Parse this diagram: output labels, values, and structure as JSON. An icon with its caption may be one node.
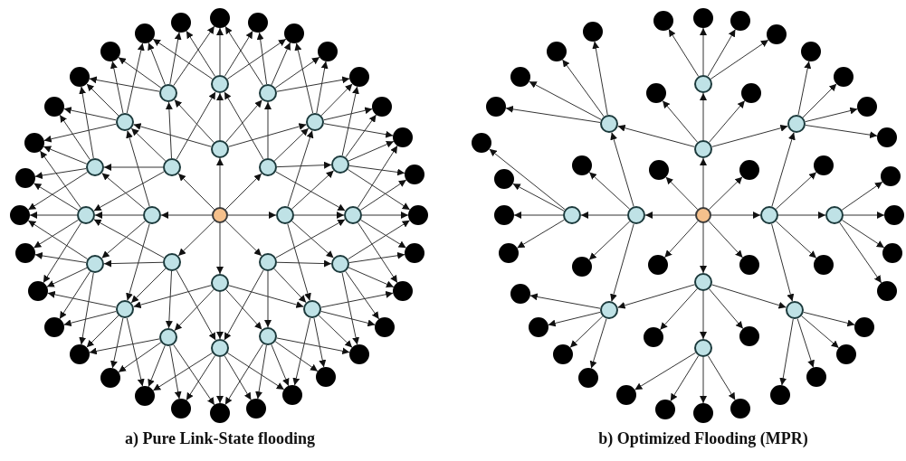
{
  "diagram": {
    "nodes": [
      {
        "text": [],
        "shape": "circle"
      },
      {
        "text": [],
        "shape": "circle"
      },
      {
        "text": [],
        "shape": "circle"
      },
      {
        "text": [],
        "shape": "circle"
      },
      {
        "text": [],
        "shape": "circle"
      },
      {
        "text": [],
        "shape": "circle"
      },
      {
        "text": [],
        "shape": "circle"
      },
      {
        "text": [],
        "shape": "circle"
      },
      {
        "text": [],
        "shape": "circle"
      },
      {
        "text": [],
        "shape": "circle"
      },
      {
        "text": [],
        "shape": "circle"
      },
      {
        "text": [],
        "shape": "circle"
      },
      {
        "text": [],
        "shape": "circle"
      },
      {
        "text": [],
        "shape": "circle"
      },
      {
        "text": [],
        "shape": "circle"
      },
      {
        "text": [],
        "shape": "circle"
      },
      {
        "text": [],
        "shape": "circle"
      },
      {
        "text": [],
        "shape": "circle"
      },
      {
        "text": [],
        "shape": "circle"
      },
      {
        "text": [],
        "shape": "circle"
      },
      {
        "text": [],
        "shape": "circle"
      },
      {
        "text": [],
        "shape": "circle"
      },
      {
        "text": [],
        "shape": "circle"
      },
      {
        "text": [],
        "shape": "circle"
      },
      {
        "text": [],
        "shape": "circle"
      },
      {
        "text": [],
        "shape": "circle"
      },
      {
        "text": [],
        "shape": "circle"
      },
      {
        "text": [],
        "shape": "circle"
      },
      {
        "text": [],
        "shape": "circle"
      },
      {
        "text": [],
        "shape": "circle"
      },
      {
        "text": [],
        "shape": "circle"
      },
      {
        "text": [],
        "shape": "circle"
      },
      {
        "text": [],
        "shape": "circle"
      },
      {
        "text": [],
        "shape": "circle"
      },
      {
        "text": [],
        "shape": "circle"
      },
      {
        "text": [],
        "shape": "circle"
      },
      {
        "text": [],
        "shape": "circle"
      },
      {
        "text": [],
        "shape": "circle"
      },
      {
        "text": [],
        "shape": "circle"
      },
      {
        "text": [],
        "shape": "circle"
      },
      {
        "text": [],
        "shape": "circle"
      },
      {
        "text": [],
        "shape": "circle"
      },
      {
        "text": [],
        "shape": "circle"
      },
      {
        "text": [],
        "shape": "circle"
      },
      {
        "text": [],
        "shape": "circle"
      },
      {
        "text": [],
        "shape": "circle"
      },
      {
        "text": [],
        "shape": "circle"
      },
      {
        "text": [],
        "shape": "circle"
      },
      {
        "text": [],
        "shape": "circle"
      },
      {
        "text": [],
        "shape": "circle"
      },
      {
        "text": [],
        "shape": "circle"
      },
      {
        "text": [],
        "shape": "circle"
      },
      {
        "text": [],
        "shape": "circle"
      },
      {
        "text": [],
        "shape": "circle"
      },
      {
        "text": [],
        "shape": "circle"
      },
      {
        "text": [],
        "shape": "circle"
      },
      {
        "text": [],
        "shape": "circle"
      },
      {
        "text": [],
        "shape": "circle"
      },
      {
        "text": [],
        "shape": "circle"
      },
      {
        "text": [],
        "shape": "circle"
      },
      {
        "text": [],
        "shape": "circle"
      },
      {
        "text": [],
        "shape": "circle"
      },
      {
        "text": [],
        "shape": "circle"
      },
      {
        "text": [],
        "shape": "circle"
      },
      {
        "text": [],
        "shape": "circle"
      },
      {
        "text": [],
        "shape": "circle"
      },
      {
        "text": [],
        "shape": "circle"
      },
      {
        "text": [],
        "shape": "circle"
      },
      {
        "text": [],
        "shape": "circle"
      },
      {
        "text": [],
        "shape": "circle"
      },
      {
        "text": [],
        "shape": "circle"
      },
      {
        "text": [],
        "shape": "circle"
      },
      {
        "text": [],
        "shape": "circle"
      },
      {
        "text": [],
        "shape": "circle"
      },
      {
        "text": [],
        "shape": "circle"
      },
      {
        "text": [],
        "shape": "circle"
      },
      {
        "text": [],
        "shape": "circle"
      },
      {
        "text": [],
        "shape": "circle"
      },
      {
        "text": [],
        "shape": "circle"
      },
      {
        "text": [],
        "shape": "circle"
      },
      {
        "text": [],
        "shape": "circle"
      },
      {
        "text": [],
        "shape": "circle"
      },
      {
        "text": [],
        "shape": "circle"
      },
      {
        "text": [],
        "shape": "circle"
      },
      {
        "text": [],
        "shape": "circle"
      },
      {
        "text": [],
        "shape": "circle"
      },
      {
        "text": [],
        "shape": "circle"
      },
      {
        "text": [],
        "shape": "circle"
      },
      {
        "text": [],
        "shape": "circle"
      },
      {
        "text": [],
        "shape": "circle"
      },
      {
        "text": [],
        "shape": "circle"
      },
      {
        "text": [],
        "shape": "circle"
      },
      {
        "text": [],
        "shape": "circle"
      },
      {
        "text": [],
        "shape": "circle"
      },
      {
        "text": [],
        "shape": "circle"
      },
      {
        "text": [],
        "shape": "circle"
      },
      {
        "text": [],
        "shape": "circle"
      },
      {
        "text": [],
        "shape": "circle"
      },
      {
        "text": [],
        "shape": "circle"
      },
      {
        "text": [],
        "shape": "circle"
      },
      {
        "text": [],
        "shape": "circle"
      },
      {
        "text": [],
        "shape": "circle"
      },
      {
        "text": [],
        "shape": "circle"
      },
      {
        "text": [],
        "shape": "circle"
      },
      {
        "text": [],
        "shape": "circle"
      },
      {
        "text": [],
        "shape": "circle"
      },
      {
        "text": [],
        "shape": "circle"
      },
      {
        "text": [],
        "shape": "circle"
      },
      {
        "text": [],
        "shape": "circle"
      },
      {
        "text": [],
        "shape": "circle"
      },
      {
        "text": [],
        "shape": "circle"
      },
      {
        "text": [],
        "shape": "circle"
      },
      {
        "text": [],
        "shape": "circle"
      },
      {
        "text": [],
        "shape": "circle"
      }
    ],
    "edges": [
      {
        "from": 0,
        "to": 1,
        "arrow": "to"
      },
      {
        "from": 0,
        "to": 2,
        "arrow": "to"
      },
      {
        "from": 0,
        "to": 3,
        "arrow": "to"
      },
      {
        "from": 0,
        "to": 4,
        "arrow": "to"
      },
      {
        "from": 0,
        "to": 5,
        "arrow": "to"
      },
      {
        "from": 0,
        "to": 6,
        "arrow": "to"
      },
      {
        "from": 0,
        "to": 7,
        "arrow": "to"
      },
      {
        "from": 0,
        "to": 8,
        "arrow": "to"
      },
      {
        "from": 1,
        "to": 23,
        "arrow": "to"
      },
      {
        "from": 1,
        "to": 24,
        "arrow": "to"
      },
      {
        "from": 1,
        "to": 9,
        "arrow": "to"
      },
      {
        "from": 1,
        "to": 10,
        "arrow": "to"
      },
      {
        "from": 1,
        "to": 11,
        "arrow": "to"
      },
      {
        "from": 2,
        "to": 9,
        "arrow": "to"
      },
      {
        "from": 2,
        "to": 10,
        "arrow": "to"
      },
      {
        "from": 2,
        "to": 11,
        "arrow": "to"
      },
      {
        "from": 2,
        "to": 12,
        "arrow": "to"
      },
      {
        "from": 2,
        "to": 13,
        "arrow": "to"
      },
      {
        "from": 3,
        "to": 11,
        "arrow": "to"
      },
      {
        "from": 3,
        "to": 12,
        "arrow": "to"
      },
      {
        "from": 3,
        "to": 13,
        "arrow": "to"
      },
      {
        "from": 3,
        "to": 14,
        "arrow": "to"
      },
      {
        "from": 3,
        "to": 15,
        "arrow": "to"
      },
      {
        "from": 4,
        "to": 13,
        "arrow": "to"
      },
      {
        "from": 4,
        "to": 14,
        "arrow": "to"
      },
      {
        "from": 4,
        "to": 15,
        "arrow": "to"
      },
      {
        "from": 4,
        "to": 16,
        "arrow": "to"
      },
      {
        "from": 4,
        "to": 17,
        "arrow": "to"
      },
      {
        "from": 5,
        "to": 15,
        "arrow": "to"
      },
      {
        "from": 5,
        "to": 16,
        "arrow": "to"
      },
      {
        "from": 5,
        "to": 17,
        "arrow": "to"
      },
      {
        "from": 5,
        "to": 18,
        "arrow": "to"
      },
      {
        "from": 5,
        "to": 19,
        "arrow": "to"
      },
      {
        "from": 6,
        "to": 17,
        "arrow": "to"
      },
      {
        "from": 6,
        "to": 18,
        "arrow": "to"
      },
      {
        "from": 6,
        "to": 19,
        "arrow": "to"
      },
      {
        "from": 6,
        "to": 20,
        "arrow": "to"
      },
      {
        "from": 6,
        "to": 21,
        "arrow": "to"
      },
      {
        "from": 7,
        "to": 19,
        "arrow": "to"
      },
      {
        "from": 7,
        "to": 20,
        "arrow": "to"
      },
      {
        "from": 7,
        "to": 21,
        "arrow": "to"
      },
      {
        "from": 7,
        "to": 22,
        "arrow": "to"
      },
      {
        "from": 7,
        "to": 23,
        "arrow": "to"
      },
      {
        "from": 8,
        "to": 21,
        "arrow": "to"
      },
      {
        "from": 8,
        "to": 22,
        "arrow": "to"
      },
      {
        "from": 8,
        "to": 23,
        "arrow": "to"
      },
      {
        "from": 8,
        "to": 24,
        "arrow": "to"
      },
      {
        "from": 8,
        "to": 9,
        "arrow": "to"
      },
      {
        "from": 9,
        "to": 55,
        "arrow": "to"
      },
      {
        "from": 9,
        "to": 56,
        "arrow": "to"
      },
      {
        "from": 9,
        "to": 25,
        "arrow": "to"
      },
      {
        "from": 9,
        "to": 26,
        "arrow": "to"
      },
      {
        "from": 9,
        "to": 27,
        "arrow": "to"
      },
      {
        "from": 10,
        "to": 25,
        "arrow": "to"
      },
      {
        "from": 10,
        "to": 26,
        "arrow": "to"
      },
      {
        "from": 10,
        "to": 27,
        "arrow": "to"
      },
      {
        "from": 10,
        "to": 28,
        "arrow": "to"
      },
      {
        "from": 10,
        "to": 29,
        "arrow": "to"
      },
      {
        "from": 11,
        "to": 27,
        "arrow": "to"
      },
      {
        "from": 11,
        "to": 28,
        "arrow": "to"
      },
      {
        "from": 11,
        "to": 29,
        "arrow": "to"
      },
      {
        "from": 11,
        "to": 30,
        "arrow": "to"
      },
      {
        "from": 11,
        "to": 31,
        "arrow": "to"
      },
      {
        "from": 12,
        "to": 29,
        "arrow": "to"
      },
      {
        "from": 12,
        "to": 30,
        "arrow": "to"
      },
      {
        "from": 12,
        "to": 31,
        "arrow": "to"
      },
      {
        "from": 12,
        "to": 32,
        "arrow": "to"
      },
      {
        "from": 12,
        "to": 33,
        "arrow": "to"
      },
      {
        "from": 13,
        "to": 31,
        "arrow": "to"
      },
      {
        "from": 13,
        "to": 32,
        "arrow": "to"
      },
      {
        "from": 13,
        "to": 33,
        "arrow": "to"
      },
      {
        "from": 13,
        "to": 34,
        "arrow": "to"
      },
      {
        "from": 13,
        "to": 35,
        "arrow": "to"
      },
      {
        "from": 14,
        "to": 33,
        "arrow": "to"
      },
      {
        "from": 14,
        "to": 34,
        "arrow": "to"
      },
      {
        "from": 14,
        "to": 35,
        "arrow": "to"
      },
      {
        "from": 14,
        "to": 36,
        "arrow": "to"
      },
      {
        "from": 14,
        "to": 37,
        "arrow": "to"
      },
      {
        "from": 15,
        "to": 35,
        "arrow": "to"
      },
      {
        "from": 15,
        "to": 36,
        "arrow": "to"
      },
      {
        "from": 15,
        "to": 37,
        "arrow": "to"
      },
      {
        "from": 15,
        "to": 38,
        "arrow": "to"
      },
      {
        "from": 15,
        "to": 39,
        "arrow": "to"
      },
      {
        "from": 16,
        "to": 37,
        "arrow": "to"
      },
      {
        "from": 16,
        "to": 38,
        "arrow": "to"
      },
      {
        "from": 16,
        "to": 39,
        "arrow": "to"
      },
      {
        "from": 16,
        "to": 40,
        "arrow": "to"
      },
      {
        "from": 16,
        "to": 41,
        "arrow": "to"
      },
      {
        "from": 17,
        "to": 39,
        "arrow": "to"
      },
      {
        "from": 17,
        "to": 40,
        "arrow": "to"
      },
      {
        "from": 17,
        "to": 41,
        "arrow": "to"
      },
      {
        "from": 17,
        "to": 42,
        "arrow": "to"
      },
      {
        "from": 17,
        "to": 43,
        "arrow": "to"
      },
      {
        "from": 18,
        "to": 41,
        "arrow": "to"
      },
      {
        "from": 18,
        "to": 42,
        "arrow": "to"
      },
      {
        "from": 18,
        "to": 43,
        "arrow": "to"
      },
      {
        "from": 18,
        "to": 44,
        "arrow": "to"
      },
      {
        "from": 18,
        "to": 45,
        "arrow": "to"
      },
      {
        "from": 19,
        "to": 43,
        "arrow": "to"
      },
      {
        "from": 19,
        "to": 44,
        "arrow": "to"
      },
      {
        "from": 19,
        "to": 45,
        "arrow": "to"
      },
      {
        "from": 19,
        "to": 46,
        "arrow": "to"
      },
      {
        "from": 19,
        "to": 47,
        "arrow": "to"
      },
      {
        "from": 20,
        "to": 45,
        "arrow": "to"
      },
      {
        "from": 20,
        "to": 46,
        "arrow": "to"
      },
      {
        "from": 20,
        "to": 47,
        "arrow": "to"
      },
      {
        "from": 20,
        "to": 48,
        "arrow": "to"
      },
      {
        "from": 20,
        "to": 49,
        "arrow": "to"
      },
      {
        "from": 21,
        "to": 47,
        "arrow": "to"
      },
      {
        "from": 21,
        "to": 48,
        "arrow": "to"
      },
      {
        "from": 21,
        "to": 49,
        "arrow": "to"
      },
      {
        "from": 21,
        "to": 50,
        "arrow": "to"
      },
      {
        "from": 21,
        "to": 51,
        "arrow": "to"
      },
      {
        "from": 22,
        "to": 49,
        "arrow": "to"
      },
      {
        "from": 22,
        "to": 50,
        "arrow": "to"
      },
      {
        "from": 22,
        "to": 51,
        "arrow": "to"
      },
      {
        "from": 22,
        "to": 52,
        "arrow": "to"
      },
      {
        "from": 22,
        "to": 53,
        "arrow": "to"
      },
      {
        "from": 23,
        "to": 51,
        "arrow": "to"
      },
      {
        "from": 23,
        "to": 52,
        "arrow": "to"
      },
      {
        "from": 23,
        "to": 53,
        "arrow": "to"
      },
      {
        "from": 23,
        "to": 54,
        "arrow": "to"
      },
      {
        "from": 23,
        "to": 55,
        "arrow": "to"
      },
      {
        "from": 24,
        "to": 53,
        "arrow": "to"
      },
      {
        "from": 24,
        "to": 54,
        "arrow": "to"
      },
      {
        "from": 24,
        "to": 55,
        "arrow": "to"
      },
      {
        "from": 24,
        "to": 56,
        "arrow": "to"
      },
      {
        "from": 24,
        "to": 25,
        "arrow": "to"
      },
      {
        "from": 57,
        "to": 58,
        "arrow": "to"
      },
      {
        "from": 57,
        "to": 59,
        "arrow": "to"
      },
      {
        "from": 57,
        "to": 60,
        "arrow": "to"
      },
      {
        "from": 57,
        "to": 61,
        "arrow": "to"
      },
      {
        "from": 57,
        "to": 110,
        "arrow": "to"
      },
      {
        "from": 57,
        "to": 111,
        "arrow": "to"
      },
      {
        "from": 57,
        "to": 112,
        "arrow": "to"
      },
      {
        "from": 57,
        "to": 113,
        "arrow": "to"
      },
      {
        "from": 58,
        "to": 62,
        "arrow": "to"
      },
      {
        "from": 58,
        "to": 102,
        "arrow": "to"
      },
      {
        "from": 58,
        "to": 103,
        "arrow": "to"
      },
      {
        "from": 58,
        "to": 69,
        "arrow": "to"
      },
      {
        "from": 58,
        "to": 63,
        "arrow": "to"
      },
      {
        "from": 62,
        "to": 70,
        "arrow": "to"
      },
      {
        "from": 62,
        "to": 71,
        "arrow": "to"
      },
      {
        "from": 62,
        "to": 72,
        "arrow": "to"
      },
      {
        "from": 62,
        "to": 73,
        "arrow": "to"
      },
      {
        "from": 69,
        "to": 101,
        "arrow": "to"
      },
      {
        "from": 69,
        "to": 100,
        "arrow": "to"
      },
      {
        "from": 69,
        "to": 99,
        "arrow": "to"
      },
      {
        "from": 69,
        "to": 98,
        "arrow": "to"
      },
      {
        "from": 63,
        "to": 74,
        "arrow": "to"
      },
      {
        "from": 63,
        "to": 75,
        "arrow": "to"
      },
      {
        "from": 63,
        "to": 76,
        "arrow": "to"
      },
      {
        "from": 63,
        "to": 77,
        "arrow": "to"
      },
      {
        "from": 59,
        "to": 64,
        "arrow": "to"
      },
      {
        "from": 59,
        "to": 104,
        "arrow": "to"
      },
      {
        "from": 59,
        "to": 63,
        "arrow": "to"
      },
      {
        "from": 59,
        "to": 105,
        "arrow": "to"
      },
      {
        "from": 59,
        "to": 65,
        "arrow": "to"
      },
      {
        "from": 64,
        "to": 78,
        "arrow": "to"
      },
      {
        "from": 64,
        "to": 79,
        "arrow": "to"
      },
      {
        "from": 64,
        "to": 80,
        "arrow": "to"
      },
      {
        "from": 64,
        "to": 81,
        "arrow": "to"
      },
      {
        "from": 60,
        "to": 66,
        "arrow": "to"
      },
      {
        "from": 60,
        "to": 67,
        "arrow": "to"
      },
      {
        "from": 60,
        "to": 65,
        "arrow": "to"
      },
      {
        "from": 60,
        "to": 106,
        "arrow": "to"
      },
      {
        "from": 60,
        "to": 107,
        "arrow": "to"
      },
      {
        "from": 66,
        "to": 86,
        "arrow": "to"
      },
      {
        "from": 66,
        "to": 87,
        "arrow": "to"
      },
      {
        "from": 66,
        "to": 88,
        "arrow": "to"
      },
      {
        "from": 66,
        "to": 89,
        "arrow": "to"
      },
      {
        "from": 67,
        "to": 90,
        "arrow": "to"
      },
      {
        "from": 67,
        "to": 91,
        "arrow": "to"
      },
      {
        "from": 67,
        "to": 92,
        "arrow": "to"
      },
      {
        "from": 67,
        "to": 93,
        "arrow": "to"
      },
      {
        "from": 65,
        "to": 82,
        "arrow": "to"
      },
      {
        "from": 65,
        "to": 83,
        "arrow": "to"
      },
      {
        "from": 65,
        "to": 84,
        "arrow": "to"
      },
      {
        "from": 65,
        "to": 85,
        "arrow": "to"
      },
      {
        "from": 61,
        "to": 68,
        "arrow": "to"
      },
      {
        "from": 61,
        "to": 109,
        "arrow": "to"
      },
      {
        "from": 61,
        "to": 69,
        "arrow": "to"
      },
      {
        "from": 61,
        "to": 108,
        "arrow": "to"
      },
      {
        "from": 61,
        "to": 67,
        "arrow": "to"
      },
      {
        "from": 68,
        "to": 94,
        "arrow": "to"
      },
      {
        "from": 68,
        "to": 95,
        "arrow": "to"
      },
      {
        "from": 68,
        "to": 96,
        "arrow": "to"
      },
      {
        "from": 68,
        "to": 97,
        "arrow": "to"
      }
    ],
    "labels": [
      "a) Pure Link-State flooding",
      "b) Optimized Flooding (MPR)"
    ]
  }
}
